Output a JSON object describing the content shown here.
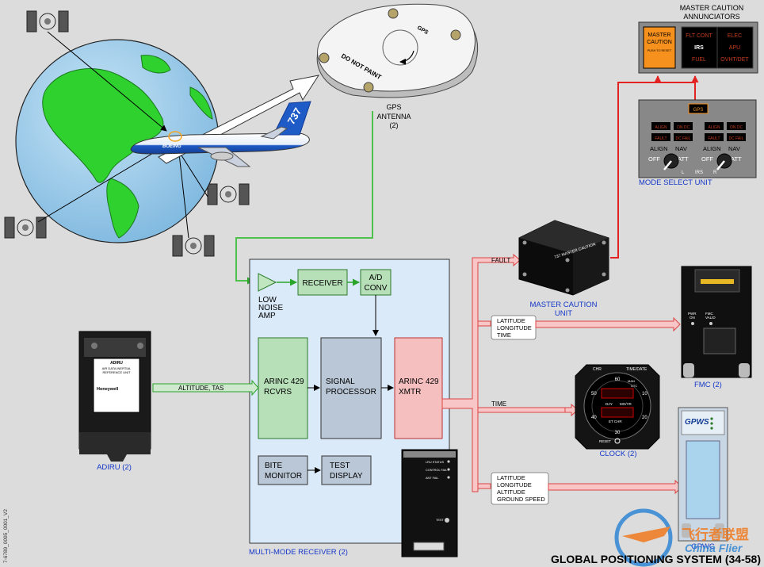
{
  "title": "GLOBAL POSITIONING SYSTEM (34-58)",
  "figure_id": "7-6789_0095_0001_V2",
  "watermark": {
    "cn": "飞行者联盟",
    "en": "China Flier"
  },
  "gps_antenna": {
    "plate_text": "DO NOT PAINT",
    "plate_gps": "GPS",
    "label1": "GPS",
    "label2": "ANTENNA",
    "label3": "(2)"
  },
  "airplane_tail": "737",
  "airplane_brand": "BOEING",
  "adiru": {
    "label": "ADIRU (2)",
    "plate1": "ADIRU",
    "plate2": "AIR DATA INERTIAL",
    "plate3": "REFERENCE UNIT",
    "maker": "Honeywell"
  },
  "altitude_tas": "ALTITUDE, TAS",
  "mmr": {
    "label": "MULTI-MODE RECEIVER (2)",
    "lna": [
      "LOW",
      "NOISE",
      "AMP"
    ],
    "receiver": "RECEIVER",
    "adconv": [
      "A/D",
      "CONV"
    ],
    "arinc_rcvrs": [
      "ARINC 429",
      "RCVRS"
    ],
    "signal_proc": [
      "SIGNAL",
      "PROCESSOR"
    ],
    "arinc_xmtr": [
      "ARINC 429",
      "XMTR"
    ],
    "bite": [
      "BITE",
      "MONITOR"
    ],
    "test_display": [
      "TEST",
      "DISPLAY"
    ],
    "unit_lines": [
      "LRU STATUS",
      "CONTROL FAIL",
      "ANT FAIL"
    ],
    "unit_test": "TEST"
  },
  "outputs": {
    "fault": "FAULT",
    "fmc_data": [
      "LATITUDE",
      "LONGITUDE",
      "TIME"
    ],
    "time": "TIME",
    "gpws_data": [
      "LATITUDE",
      "LONGITUDE",
      "ALTITUDE",
      "GROUND SPEED"
    ]
  },
  "master_caution_unit": {
    "label1": "MASTER CAUTION",
    "label2": "UNIT",
    "face": "737 MASTER CAUTION"
  },
  "annunciators": {
    "heading1": "MASTER CAUTION",
    "heading2": "ANNUNCIATORS",
    "mc1": "MASTER",
    "mc2": "CAUTION",
    "mc3": "PUSH TO RESET",
    "col1": [
      "FLT CONT",
      "IRS",
      "FUEL"
    ],
    "col2": [
      "ELEC",
      "APU",
      "OVHT/DET"
    ]
  },
  "msu": {
    "label": "MODE SELECT UNIT",
    "gps": "GPS",
    "align": "ALIGN",
    "on_dc": "ON DC",
    "fault": "FAULT",
    "dc_fail": "DC FAIL",
    "nav": "NAV",
    "off": "OFF",
    "att": "ATT",
    "irs_l": "L",
    "irs": "IRS",
    "irs_r": "R"
  },
  "fmc": {
    "label": "FMC (2)",
    "pwr_on": [
      "PWR",
      "ON"
    ],
    "fmc_valid": [
      "FMC",
      "VALID"
    ]
  },
  "clock": {
    "label": "CLOCK (2)",
    "chr": "CHR",
    "time_date": "TIME/DATE",
    "et_chr": "ET CHR",
    "reset": "RESET",
    "day": "DAY",
    "mo_yr": "MO/YR",
    "utc": "UTC",
    "man": "MAN",
    "n60": "60",
    "n10": "10",
    "n20": "20",
    "n30": "30",
    "n40": "40",
    "n50": "50"
  },
  "gpws": {
    "label": "GPWC",
    "face": "GPWS"
  }
}
